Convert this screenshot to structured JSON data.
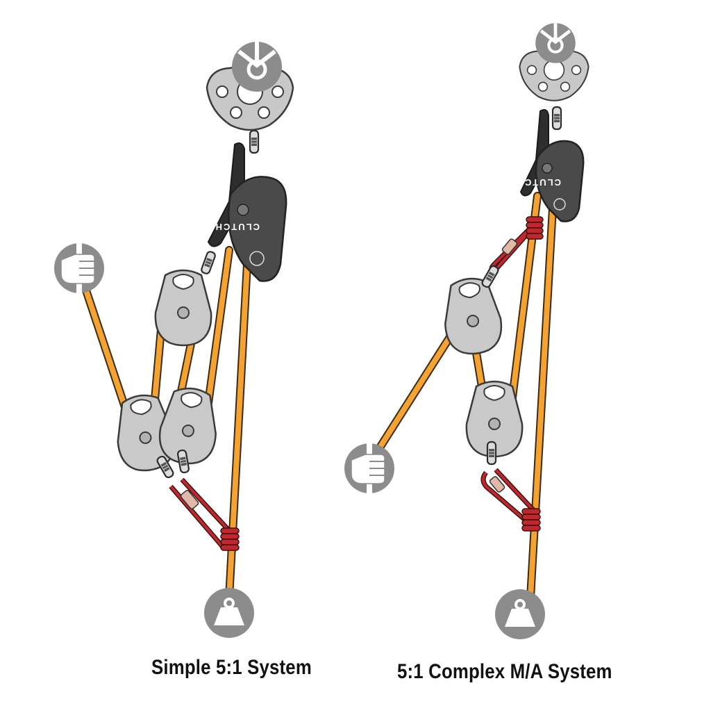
{
  "diagrams": [
    {
      "caption": "Simple 5:1 System",
      "device_label": "CLUTCH"
    },
    {
      "caption": "5:1 Complex M/A System",
      "device_label": "CLUTCH"
    }
  ],
  "colors": {
    "rope": "#f4a232",
    "rope_shade": "#d98418",
    "prusik": "#c0282d",
    "pulley": "#c6c6c6",
    "device": "#4a4a4a",
    "icon_circle": "#8a8a8a"
  }
}
